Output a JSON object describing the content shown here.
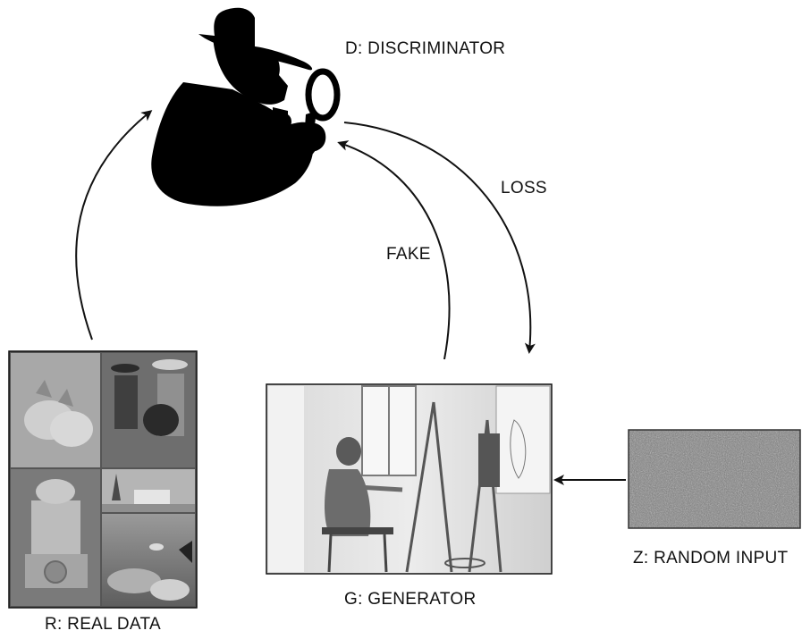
{
  "labels": {
    "discriminator": "D: DISCRIMINATOR",
    "loss": "LOSS",
    "fake": "FAKE",
    "real_data": "R: REAL DATA",
    "generator": "G: GENERATOR",
    "random_input": "Z: RANDOM INPUT"
  },
  "icons": {
    "discriminator": "detective-silhouette-icon",
    "real_data": "photo-collage-image",
    "generator": "painter-at-easel-image",
    "random_input": "noise-image"
  }
}
